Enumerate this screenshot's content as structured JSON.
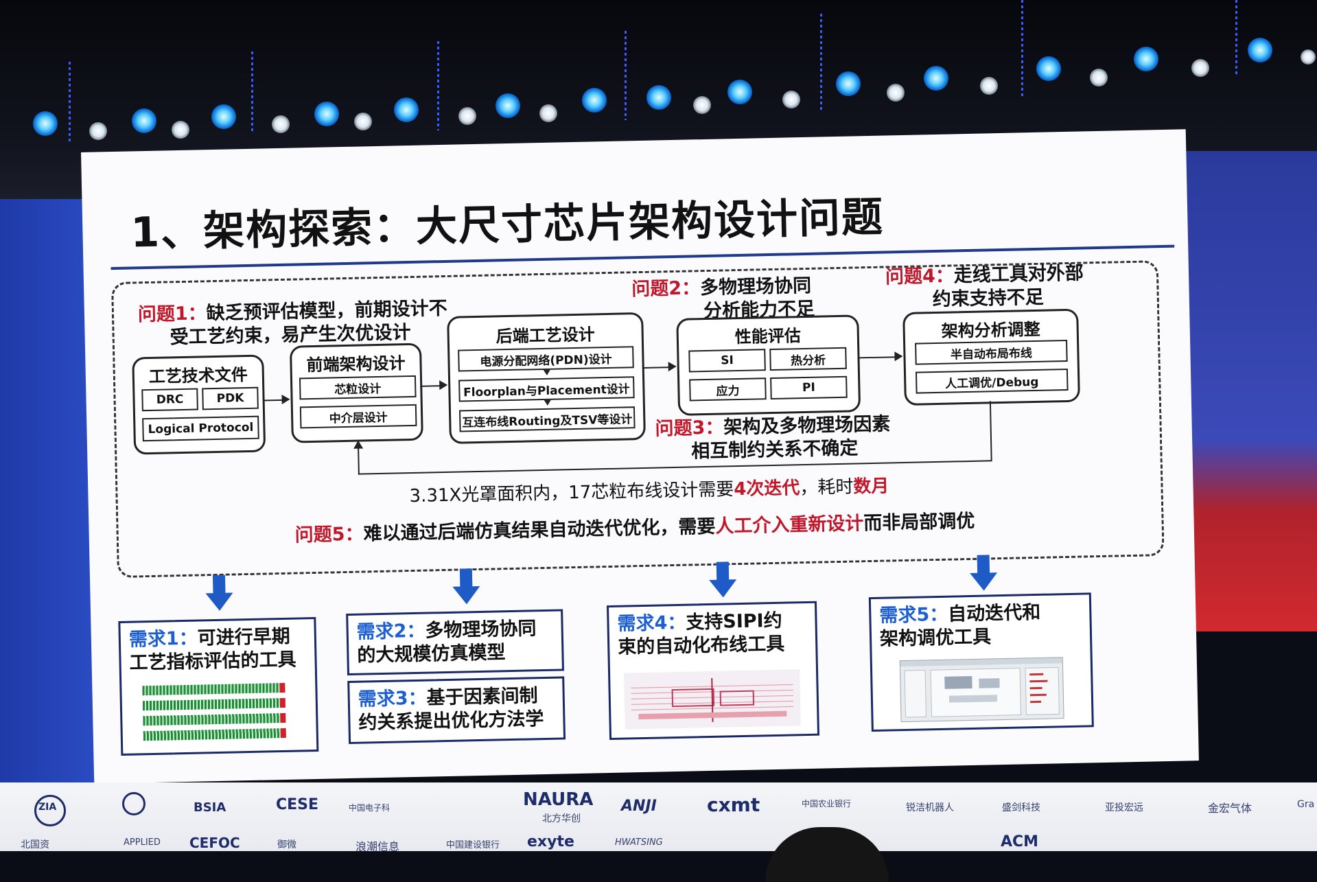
{
  "slide": {
    "title": "1、架构探索：大尺寸芯片架构设计问题",
    "problems": {
      "p1": {
        "label": "问题1：",
        "line1": "缺乏预评估模型，前期设计不",
        "line2": "受工艺约束，易产生次优设计"
      },
      "p2": {
        "label": "问题2：",
        "line1": "多物理场协同",
        "line2": "分析能力不足"
      },
      "p3": {
        "label": "问题3：",
        "line1": "架构及多物理场因素",
        "line2": "相互制约关系不确定"
      },
      "p4": {
        "label": "问题4：",
        "line1": "走线工具对外部",
        "line2": "约束支持不足"
      },
      "p5": {
        "label": "问题5：",
        "pre": "难以通过后端仿真结果自动迭代优化，需要",
        "highlight": "人工介入重新设计",
        "post": "而非局部调优"
      }
    },
    "boxes": {
      "tech_files": {
        "title": "工艺技术文件",
        "items": [
          "DRC",
          "PDK",
          "Logical Protocol"
        ]
      },
      "front_end": {
        "title": "前端架构设计",
        "items": [
          "芯粒设计",
          "中介层设计"
        ]
      },
      "back_end": {
        "title": "后端工艺设计",
        "items": [
          "电源分配网络(PDN)设计",
          "Floorplan与Placement设计",
          "互连布线Routing及TSV等设计"
        ]
      },
      "perf_eval": {
        "title": "性能评估",
        "items": [
          "SI",
          "热分析",
          "应力",
          "PI"
        ]
      },
      "arch_tune": {
        "title": "架构分析调整",
        "items": [
          "半自动布局布线",
          "人工调优/Debug"
        ]
      }
    },
    "stat": {
      "pre": "3.31X光罩面积内，17芯粒布线设计需要",
      "h1": "4次迭代",
      "mid": "，耗时",
      "h2": "数月"
    },
    "requirements": {
      "r1": {
        "label": "需求1：",
        "text1": "可进行早期",
        "text2": "工艺指标评估的工具"
      },
      "r2": {
        "label": "需求2：",
        "text1": "多物理场协同",
        "text2": "的大规模仿真模型"
      },
      "r3": {
        "label": "需求3：",
        "text1": "基于因素间制",
        "text2": "约关系提出优化方法学"
      },
      "r4": {
        "label": "需求4：",
        "text1": "支持SIPI约",
        "text2": "束的自动化布线工具"
      },
      "r5": {
        "label": "需求5：",
        "text1": "自动迭代和",
        "text2": "架构调优工具"
      }
    }
  },
  "sponsors": {
    "row1": [
      "ZIA",
      "BSIA",
      "CESE",
      "中国电子科",
      "NAURA",
      "北方华创",
      "ANJI",
      "cxmt",
      "中国农业银行",
      "锐洁机器人",
      "盛剑科技",
      "亚投宏远",
      "金宏气体",
      "Gra"
    ],
    "row2": [
      "北国资",
      "APPLIED",
      "CEFOC",
      "御微",
      "浪潮信息",
      "中国建设银行",
      "exyte",
      "HWATSING",
      "ACM"
    ]
  },
  "colors": {
    "accent_red": "#c0182a",
    "accent_blue": "#1d5fd0",
    "frame_navy": "#1b2a66"
  }
}
